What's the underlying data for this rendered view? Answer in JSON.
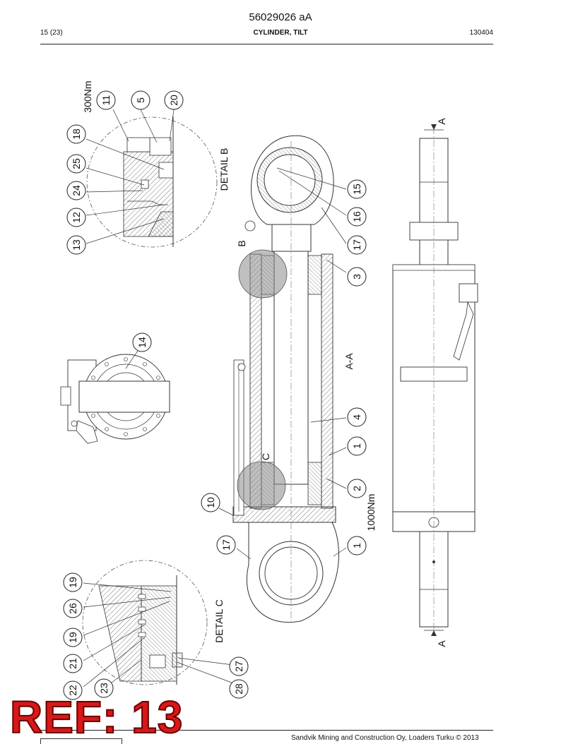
{
  "header": {
    "doc_number": "56029026 aA",
    "page": "15 (23)",
    "title": "CYLINDER, TILT",
    "date": "130404"
  },
  "labels": {
    "detail_b": "DETAIL B",
    "detail_c": "DETAIL C",
    "section": "A-A",
    "mark_b": "B",
    "mark_c": "C",
    "mark_a": "A",
    "torque_300": "300Nm",
    "torque_1000": "1000Nm"
  },
  "callouts": {
    "c11": "11",
    "c5": "5",
    "c20": "20",
    "c18": "18",
    "c25": "25",
    "c24": "24",
    "c12": "12",
    "c13": "13",
    "c14": "14",
    "c15": "15",
    "c16": "16",
    "c17a": "17",
    "c3": "3",
    "c4": "4",
    "c1a": "1",
    "c2": "2",
    "c10": "10",
    "c17b": "17",
    "c1b": "1",
    "c19a": "19",
    "c26": "26",
    "c19b": "19",
    "c21": "21",
    "c22": "22",
    "c23": "23",
    "c27": "27",
    "c28": "28"
  },
  "stamp": "REF: 13",
  "footer": {
    "copyright": "Sandvik Mining and Construction Oy, Loaders Turku © 2013"
  }
}
